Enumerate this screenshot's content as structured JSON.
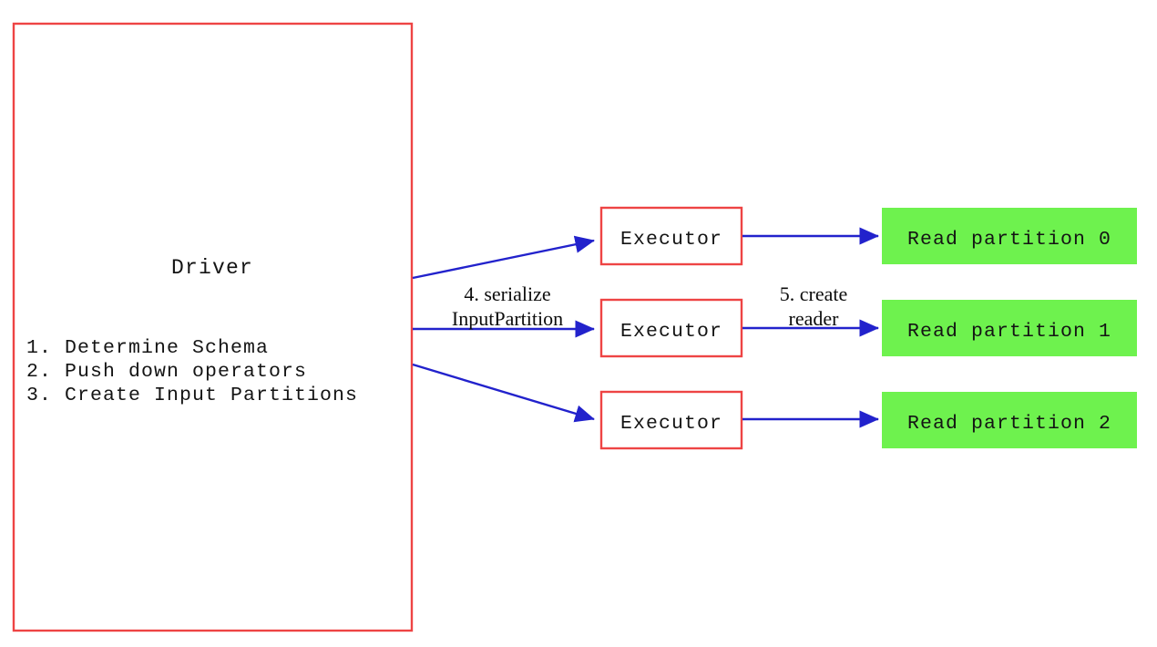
{
  "diagram": {
    "type": "flow-diagram",
    "background": "#ffffff",
    "colors": {
      "box_border_red": "#ee4444",
      "arrow_blue": "#2222cc",
      "partition_green": "#6ef24e",
      "text_black": "#141414"
    },
    "driver": {
      "title": "Driver",
      "steps": [
        "1. Determine Schema",
        "2. Push down operators",
        "3. Create Input Partitions"
      ]
    },
    "executors": [
      {
        "label": "Executor"
      },
      {
        "label": "Executor"
      },
      {
        "label": "Executor"
      }
    ],
    "partitions": [
      {
        "label": "Read partition 0"
      },
      {
        "label": "Read partition 1"
      },
      {
        "label": "Read partition 2"
      }
    ],
    "edge_labels": {
      "serialize": {
        "line1": "4. serialize",
        "line2": "InputPartition"
      },
      "create_reader": {
        "line1": "5. create",
        "line2": "reader"
      }
    }
  }
}
